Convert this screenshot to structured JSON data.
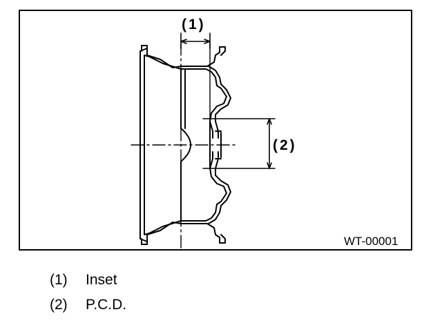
{
  "figure": {
    "callout_1": "(1)",
    "callout_2": "(2)",
    "figure_id": "WT-00001"
  },
  "legend": [
    {
      "number": "(1)",
      "label": "Inset"
    },
    {
      "number": "(2)",
      "label": "P.C.D."
    }
  ]
}
